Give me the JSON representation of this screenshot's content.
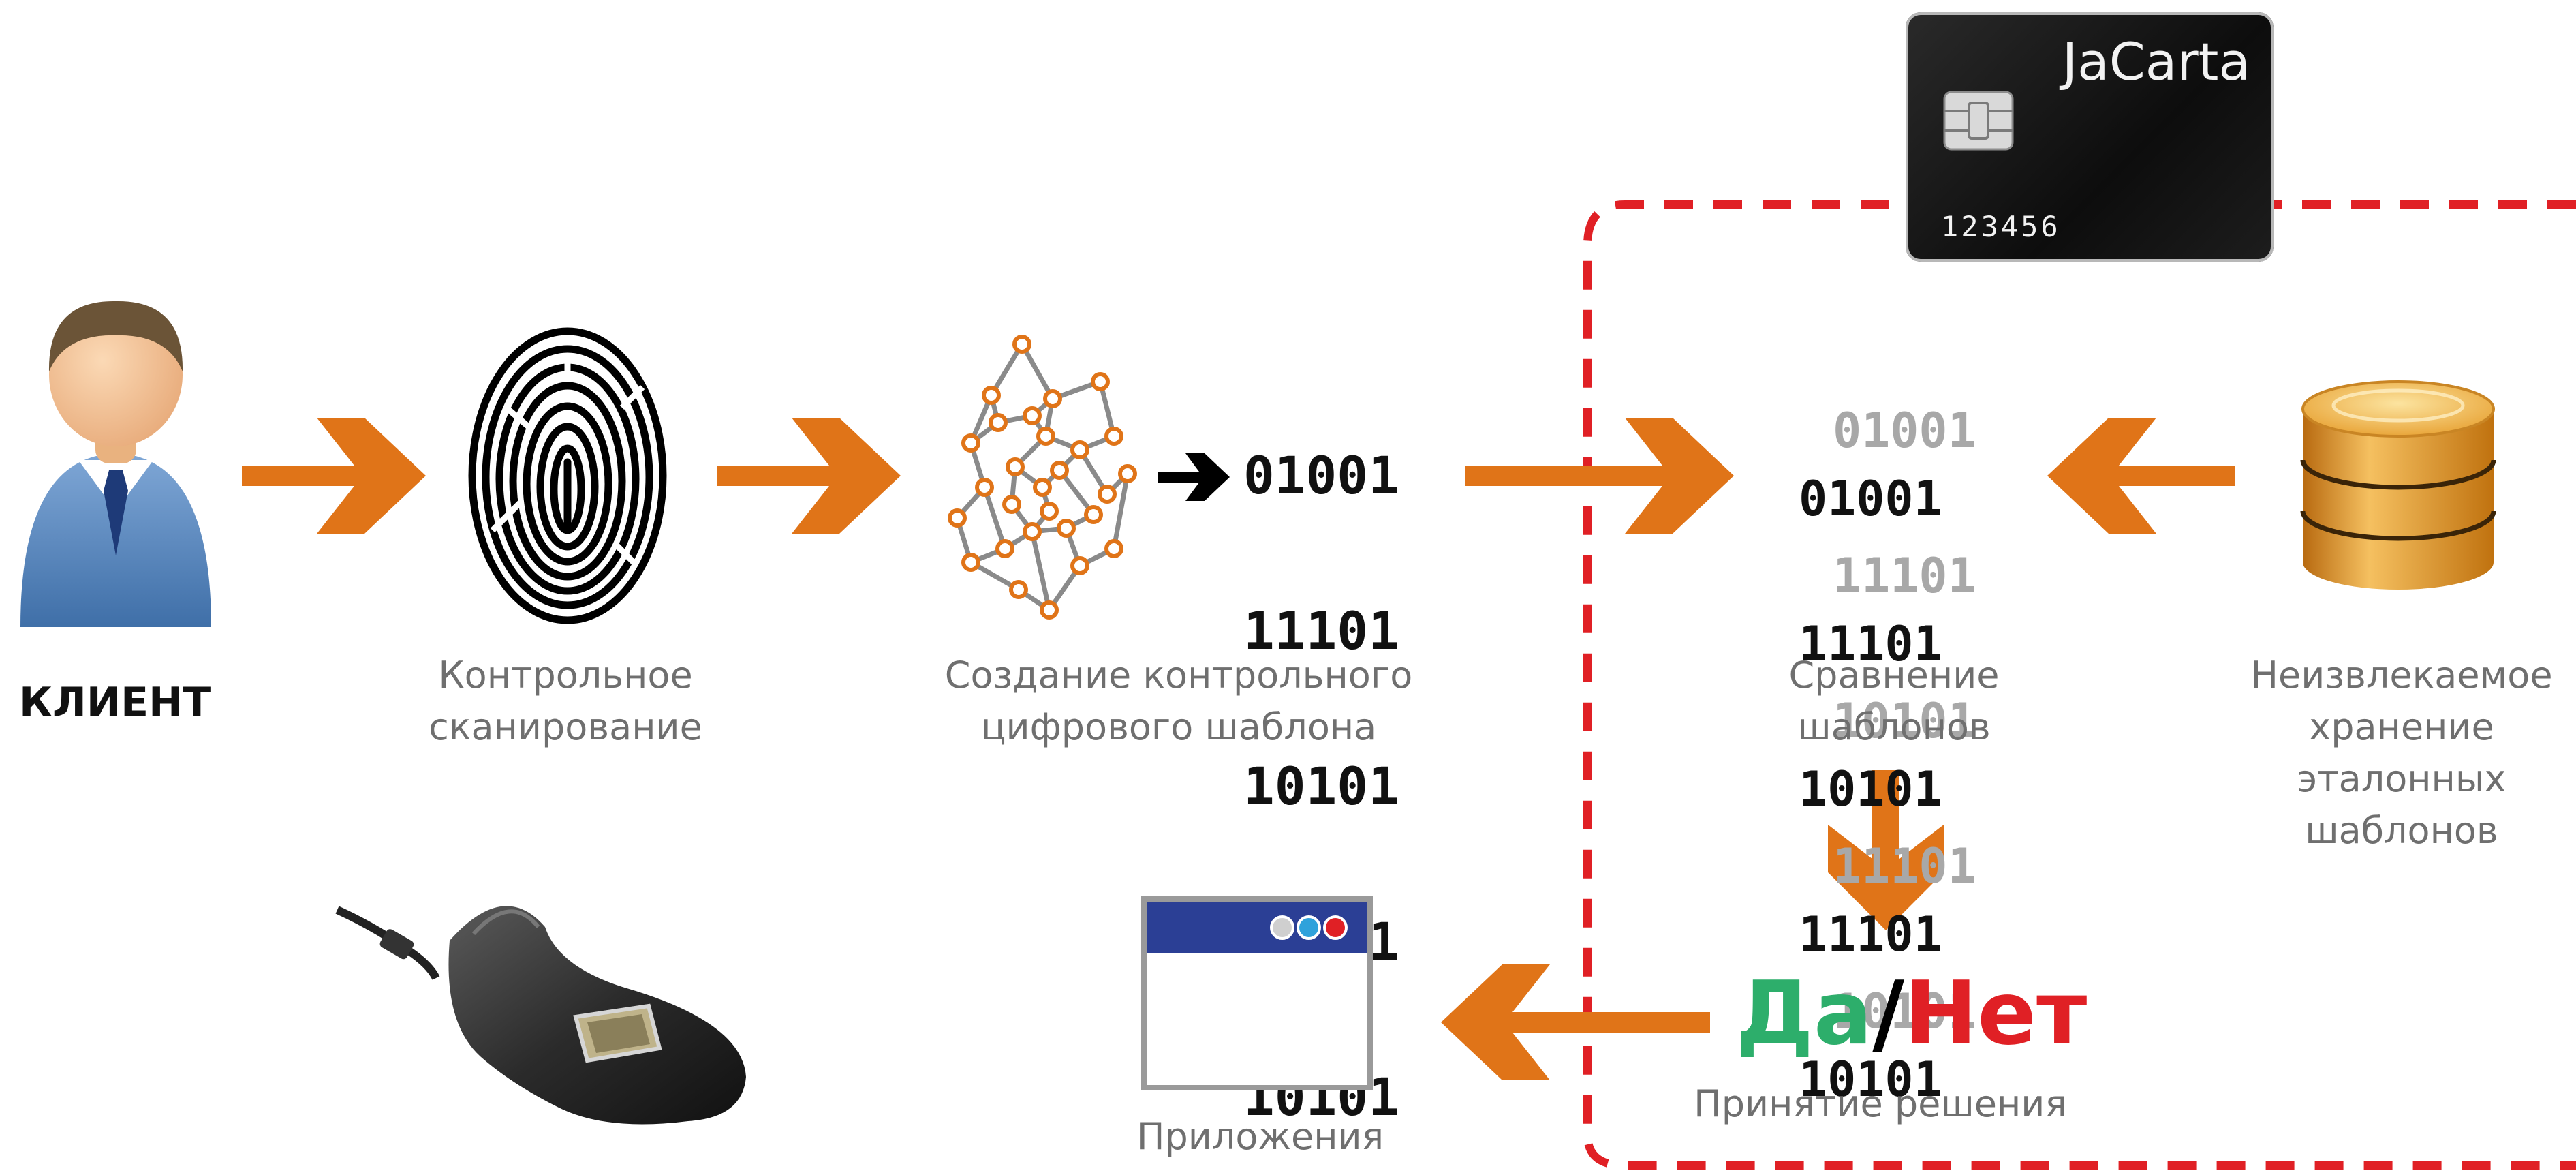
{
  "colors": {
    "arrow": "#E07418",
    "dashed_border": "#E02025",
    "caption": "#6F6F6F",
    "yes": "#2DAE6B",
    "no": "#E02025",
    "card": "#1A1A1A",
    "window_header": "#2B3F95"
  },
  "client": {
    "label": "КЛИЕНТ",
    "icon": "user-icon"
  },
  "steps": {
    "scan": {
      "caption": "Контрольное\nсканирование",
      "icon": "fingerprint-icon"
    },
    "template": {
      "caption": "Создание контрольного\nцифрового шаблона",
      "icon": "fingerprint-minutiae-icon"
    },
    "compare": {
      "caption": "Сравнение\nшаблонов"
    },
    "storage": {
      "caption": "Неизвлекаемое\nхранение\nэталонных\nшаблонов",
      "icon": "database-icon"
    },
    "decision": {
      "caption": "Принятие решения"
    },
    "apps": {
      "caption": "Приложения",
      "icon": "application-window-icon"
    }
  },
  "binary_template": [
    "01001",
    "11101",
    "10101",
    "11101",
    "10101"
  ],
  "binary_compare_front": [
    "01001",
    "11101",
    "10101",
    "11101",
    "10101"
  ],
  "binary_compare_back": [
    "01001",
    "11101",
    "10101",
    "11101",
    "10101"
  ],
  "card": {
    "brand": "JaCarta",
    "number": "123456"
  },
  "decision": {
    "yes": "Да",
    "separator": "/",
    "no": "Нет"
  },
  "scanner": {
    "icon": "fingerprint-scanner-icon"
  }
}
